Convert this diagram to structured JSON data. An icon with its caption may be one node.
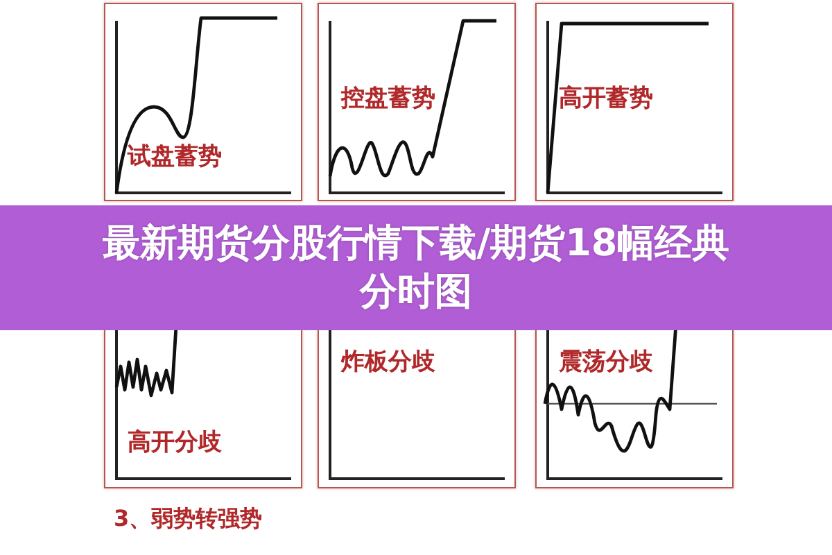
{
  "diagram": {
    "title": "最新期货分股行情下载/期货18幅经典分时图",
    "nodes": [
      {
        "text": [
          "试盘蓄势"
        ]
      },
      {
        "text": [
          "控盘蓄势"
        ]
      },
      {
        "text": [
          "高开蓄势"
        ]
      },
      {
        "text": [
          "高开分歧"
        ]
      },
      {
        "text": [
          "炸板分歧"
        ]
      },
      {
        "text": [
          "震荡分歧"
        ]
      }
    ],
    "labels": [
      "3、弱势转强势"
    ]
  }
}
